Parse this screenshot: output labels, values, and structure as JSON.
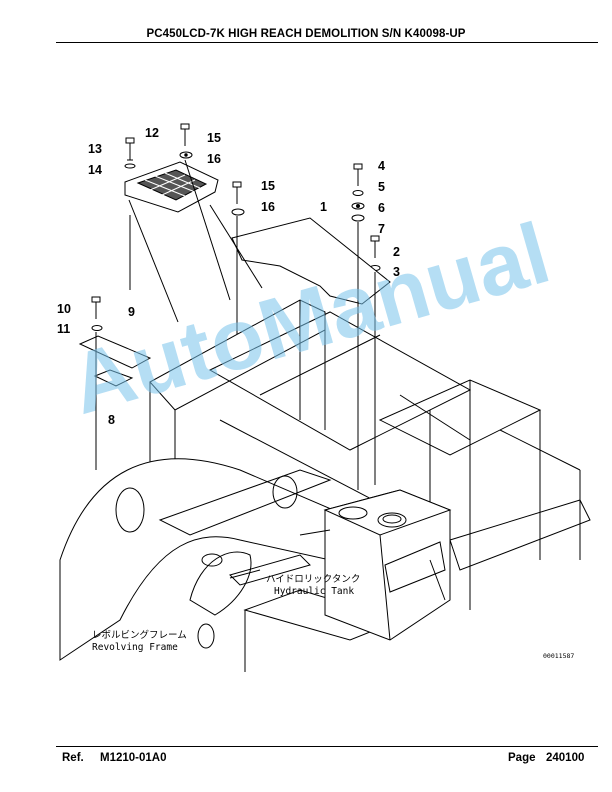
{
  "header": {
    "title": "PC450LCD-7K HIGH REACH DEMOLITION S/N K40098-UP"
  },
  "footer": {
    "ref_label": "Ref.",
    "ref_value": "M1210-01A0",
    "page_label": "Page",
    "page_value": "240100"
  },
  "diagram": {
    "callouts": [
      "1",
      "2",
      "3",
      "4",
      "5",
      "6",
      "7",
      "8",
      "9",
      "10",
      "11",
      "12",
      "13",
      "14",
      "15",
      "16",
      "15",
      "16"
    ],
    "labels": {
      "hydraulic_tank_jp": "ハイドロリックタンク",
      "hydraulic_tank_en": "Hydraulic Tank",
      "revolving_frame_jp": "レボルビングフレーム",
      "revolving_frame_en": "Revolving Frame",
      "drawing_code": "00011587"
    }
  },
  "watermark": "AutoManual"
}
